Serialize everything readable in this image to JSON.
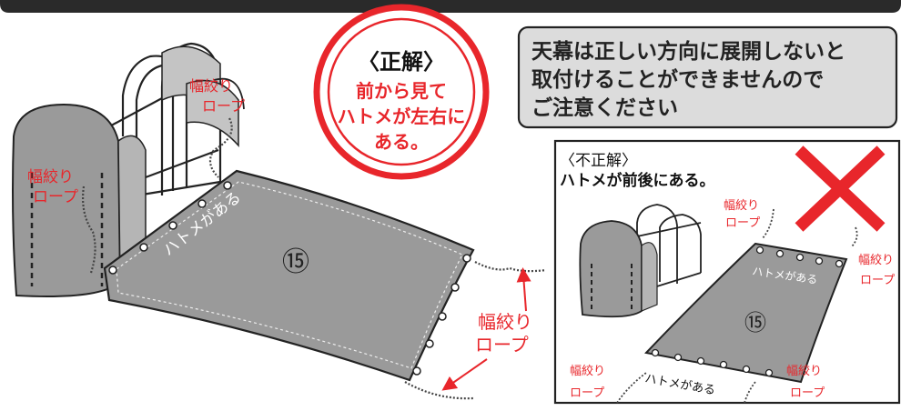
{
  "colors": {
    "accent_red": "#e8262b",
    "cover_gray": "#9a9a9a",
    "panel_gray": "#dcdcdc",
    "outline": "#222222"
  },
  "correct_badge": {
    "title": "〈正解〉",
    "lines": [
      "前から見て",
      "ハトメが左右に",
      "ある。"
    ]
  },
  "notice": {
    "lines": [
      "天幕は正しい方向に展開しないと",
      "取付けることができませんので",
      "ご注意ください"
    ]
  },
  "main_diagram": {
    "part_number": "⑮",
    "grommet_label_left": "ハトメがある",
    "grommet_label_right": "ハトメがある",
    "rope_label_top": [
      "幅絞り",
      "ロープ"
    ],
    "rope_label_left": [
      "幅絞り",
      "ロープ"
    ],
    "rope_label_right": [
      "幅絞り",
      "ロープ"
    ]
  },
  "incorrect_box": {
    "title": "〈不正解〉",
    "subtitle": "ハトメが前後にある。",
    "part_number": "⑮",
    "grommet_label_top": "ハトメがある",
    "grommet_label_bottom": "ハトメがある",
    "rope_label_top": [
      "幅絞り",
      "ロープ"
    ],
    "rope_label_right": [
      "幅絞り",
      "ロープ"
    ],
    "rope_label_bottom_left": [
      "幅絞り",
      "ロープ"
    ],
    "rope_label_bottom_right": [
      "幅絞り",
      "ロープ"
    ],
    "cross_icon": "x-mark"
  }
}
